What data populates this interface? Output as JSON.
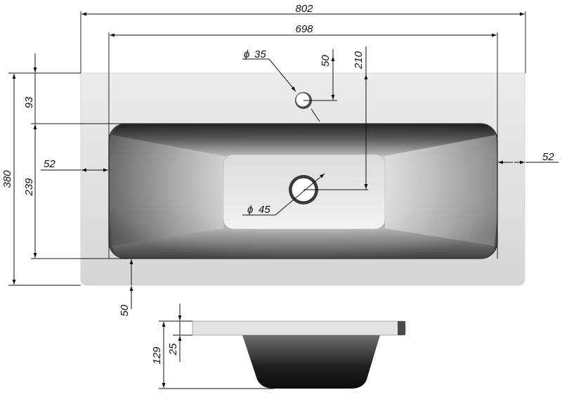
{
  "top_view": {
    "overall_width": "802",
    "bowl_width": "698",
    "tap_hole_diameter": "35",
    "tap_hole_offset": "50",
    "drain_offset": "210",
    "overall_depth": "380",
    "back_ledge": "93",
    "bowl_depth": "239",
    "front_ledge": "50",
    "left_margin": "52",
    "right_margin": "52",
    "drain_diameter": "45"
  },
  "side_view": {
    "total_height": "129",
    "top_thickness": "25"
  },
  "symbols": {
    "diameter": "ϕ"
  },
  "colors": {
    "slab": "#e8e8e8",
    "bowl_dark": "#2c2c2c",
    "line": "#111111"
  }
}
